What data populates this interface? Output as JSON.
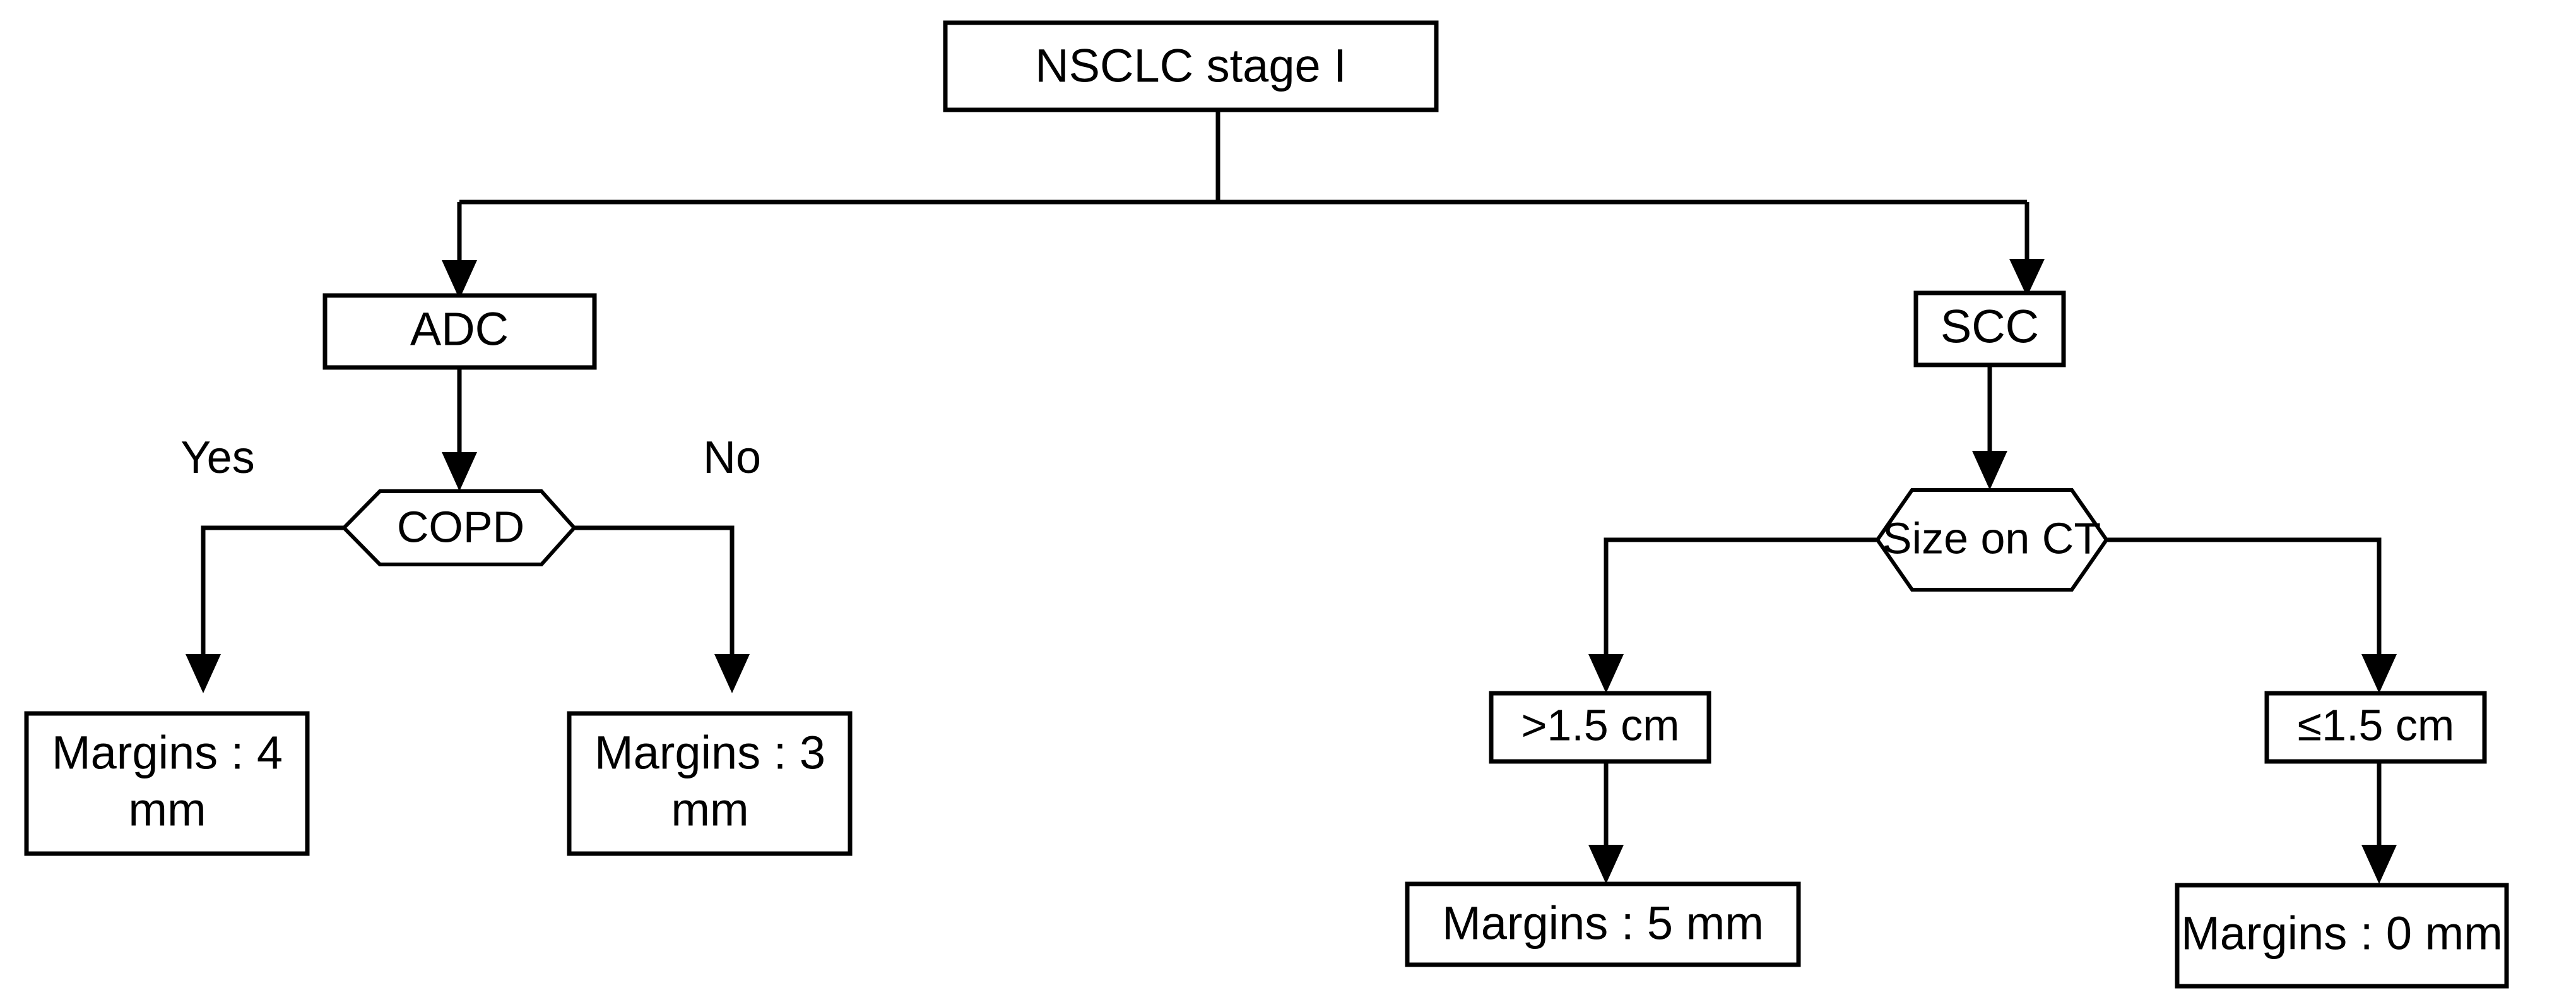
{
  "diagram": {
    "type": "decision-tree-flowchart",
    "background_color": "#ffffff",
    "line_color": "#000000",
    "node_fill": "#ffffff",
    "root": {
      "id": "nsclc-stage-i",
      "label": "NSCLC stage I",
      "shape": "rectangle"
    },
    "branches": {
      "left": {
        "histology": {
          "id": "adc",
          "label": "ADC",
          "shape": "rectangle"
        },
        "decision": {
          "id": "copd",
          "label": "COPD",
          "shape": "hexagon"
        },
        "edge_labels": {
          "yes": "Yes",
          "no": "No"
        },
        "outcomes": [
          {
            "id": "margins-4mm",
            "condition": "Yes",
            "line1": "Margins : 4",
            "line2": "mm",
            "full_text": "Margins : 4 mm",
            "margin_value": 4,
            "margin_unit": "mm",
            "shape": "rectangle"
          },
          {
            "id": "margins-3mm",
            "condition": "No",
            "line1": "Margins : 3",
            "line2": "mm",
            "full_text": "Margins : 3 mm",
            "margin_value": 3,
            "margin_unit": "mm",
            "shape": "rectangle"
          }
        ]
      },
      "right": {
        "histology": {
          "id": "scc",
          "label": "SCC",
          "shape": "rectangle"
        },
        "decision": {
          "id": "size-on-ct",
          "label": "Size on CT",
          "shape": "hexagon"
        },
        "size_nodes": [
          {
            "id": "size-gt-1-5-cm",
            "label": ">1.5 cm",
            "shape": "rectangle"
          },
          {
            "id": "size-le-1-5-cm",
            "label": "≤1.5 cm",
            "shape": "rectangle"
          }
        ],
        "outcomes": [
          {
            "id": "margins-5mm",
            "condition": ">1.5 cm",
            "full_text": "Margins : 5 mm",
            "margin_value": 5,
            "margin_unit": "mm",
            "shape": "rectangle"
          },
          {
            "id": "margins-0mm",
            "condition": "≤1.5 cm",
            "full_text": "Margins : 0 mm",
            "margin_value": 0,
            "margin_unit": "mm",
            "shape": "rectangle"
          }
        ]
      }
    }
  }
}
